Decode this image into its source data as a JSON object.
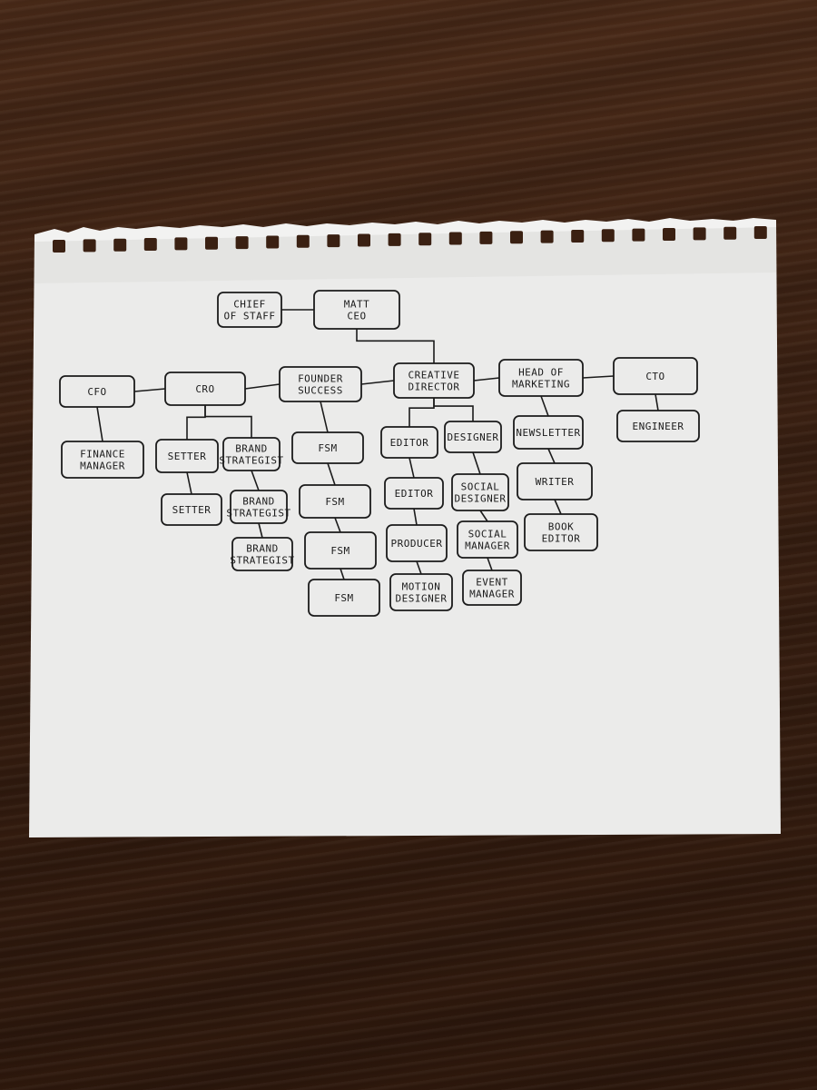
{
  "nodes": [
    {
      "id": "chief",
      "lines": [
        "CHIEF",
        "OF STAFF"
      ]
    },
    {
      "id": "ceo",
      "lines": [
        "MATT",
        "CEO"
      ]
    },
    {
      "id": "cfo",
      "lines": [
        "CFO"
      ]
    },
    {
      "id": "cro",
      "lines": [
        "CRO"
      ]
    },
    {
      "id": "founder",
      "lines": [
        "FOUNDER",
        "SUCCESS"
      ]
    },
    {
      "id": "creative",
      "lines": [
        "CREATIVE",
        "DIRECTOR"
      ]
    },
    {
      "id": "marketing",
      "lines": [
        "HEAD OF",
        "MARKETING"
      ]
    },
    {
      "id": "cto",
      "lines": [
        "CTO"
      ]
    },
    {
      "id": "finance",
      "lines": [
        "FINANCE",
        "MANAGER"
      ]
    },
    {
      "id": "setter1",
      "lines": [
        "SETTER"
      ]
    },
    {
      "id": "brand1",
      "lines": [
        "BRAND",
        "STRATEGIST"
      ]
    },
    {
      "id": "setter2",
      "lines": [
        "SETTER"
      ]
    },
    {
      "id": "brand2",
      "lines": [
        "BRAND",
        "STRATEGIST"
      ]
    },
    {
      "id": "brand3",
      "lines": [
        "BRAND",
        "STRATEGIST"
      ]
    },
    {
      "id": "fsm1",
      "lines": [
        "FSM"
      ]
    },
    {
      "id": "fsm2",
      "lines": [
        "FSM"
      ]
    },
    {
      "id": "fsm3",
      "lines": [
        "FSM"
      ]
    },
    {
      "id": "fsm4",
      "lines": [
        "FSM"
      ]
    },
    {
      "id": "editor1",
      "lines": [
        "EDITOR"
      ]
    },
    {
      "id": "designer",
      "lines": [
        "DESIGNER"
      ]
    },
    {
      "id": "editor2",
      "lines": [
        "EDITOR"
      ]
    },
    {
      "id": "socialdes",
      "lines": [
        "SOCIAL",
        "DESIGNER"
      ]
    },
    {
      "id": "producer",
      "lines": [
        "PRODUCER"
      ]
    },
    {
      "id": "socialmgr",
      "lines": [
        "SOCIAL",
        "MANAGER"
      ]
    },
    {
      "id": "motion",
      "lines": [
        "MOTION",
        "DESIGNER"
      ]
    },
    {
      "id": "event",
      "lines": [
        "EVENT",
        "MANAGER"
      ]
    },
    {
      "id": "newsletter",
      "lines": [
        "NEWSLETTER"
      ]
    },
    {
      "id": "writer",
      "lines": [
        "WRITER"
      ]
    },
    {
      "id": "bookeditor",
      "lines": [
        "BOOK",
        "EDITOR"
      ]
    },
    {
      "id": "engineer",
      "lines": [
        "ENGINEER"
      ]
    }
  ],
  "edges": [
    [
      "chief",
      "ceo"
    ],
    [
      "ceo",
      "creative"
    ],
    [
      "cfo",
      "cro"
    ],
    [
      "cro",
      "founder"
    ],
    [
      "founder",
      "creative"
    ],
    [
      "creative",
      "marketing"
    ],
    [
      "marketing",
      "cto"
    ],
    [
      "cfo",
      "finance"
    ],
    [
      "cro",
      "setter1"
    ],
    [
      "cro",
      "brand1"
    ],
    [
      "setter1",
      "setter2"
    ],
    [
      "brand1",
      "brand2"
    ],
    [
      "brand2",
      "brand3"
    ],
    [
      "founder",
      "fsm1"
    ],
    [
      "fsm1",
      "fsm2"
    ],
    [
      "fsm2",
      "fsm3"
    ],
    [
      "fsm3",
      "fsm4"
    ],
    [
      "creative",
      "editor1"
    ],
    [
      "creative",
      "designer"
    ],
    [
      "editor1",
      "editor2"
    ],
    [
      "editor2",
      "producer"
    ],
    [
      "producer",
      "motion"
    ],
    [
      "designer",
      "socialdes"
    ],
    [
      "socialdes",
      "socialmgr"
    ],
    [
      "socialmgr",
      "event"
    ],
    [
      "marketing",
      "newsletter"
    ],
    [
      "newsletter",
      "writer"
    ],
    [
      "writer",
      "bookeditor"
    ],
    [
      "cto",
      "engineer"
    ]
  ]
}
